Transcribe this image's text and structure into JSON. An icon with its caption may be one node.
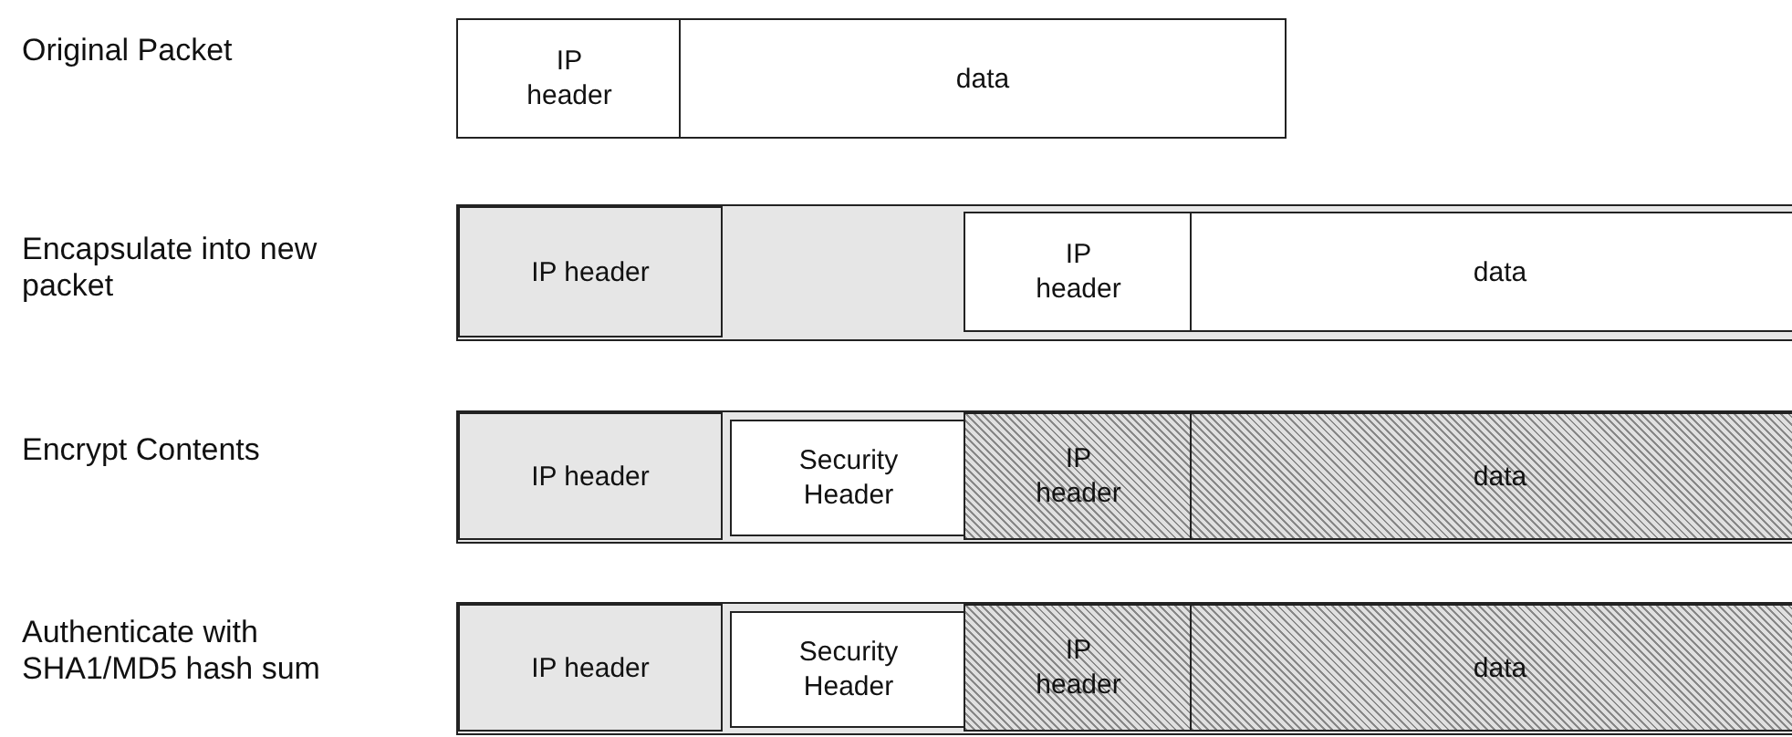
{
  "diagram": {
    "nodes": [
      {
        "text": [
          "IP header"
        ]
      },
      {
        "text": [
          "data"
        ]
      },
      {
        "text": [],
        "shape": "box"
      },
      {
        "text": [
          "IP header"
        ],
        "in": 2
      },
      {
        "text": [
          "IP header"
        ],
        "in": 2
      },
      {
        "text": [
          "data"
        ],
        "in": 2
      },
      {
        "text": [],
        "shape": "box"
      },
      {
        "text": [
          "IP header"
        ],
        "in": 6
      },
      {
        "text": [
          "Security Header"
        ],
        "in": 6
      },
      {
        "text": [
          "IP header"
        ],
        "in": 6
      },
      {
        "text": [
          "data"
        ],
        "in": 6
      },
      {
        "text": [],
        "shape": "box"
      },
      {
        "text": [
          "IP header"
        ],
        "in": 11
      },
      {
        "text": [
          "Security Header"
        ],
        "in": 11
      },
      {
        "text": [
          "IP header"
        ],
        "in": 11
      },
      {
        "text": [
          "data"
        ],
        "in": 11
      }
    ],
    "labels": [
      "Original Packet",
      "Encapsulate into new packet",
      "Encrypt Contents",
      "Authenticate with SHA1/MD5 hash sum"
    ]
  }
}
